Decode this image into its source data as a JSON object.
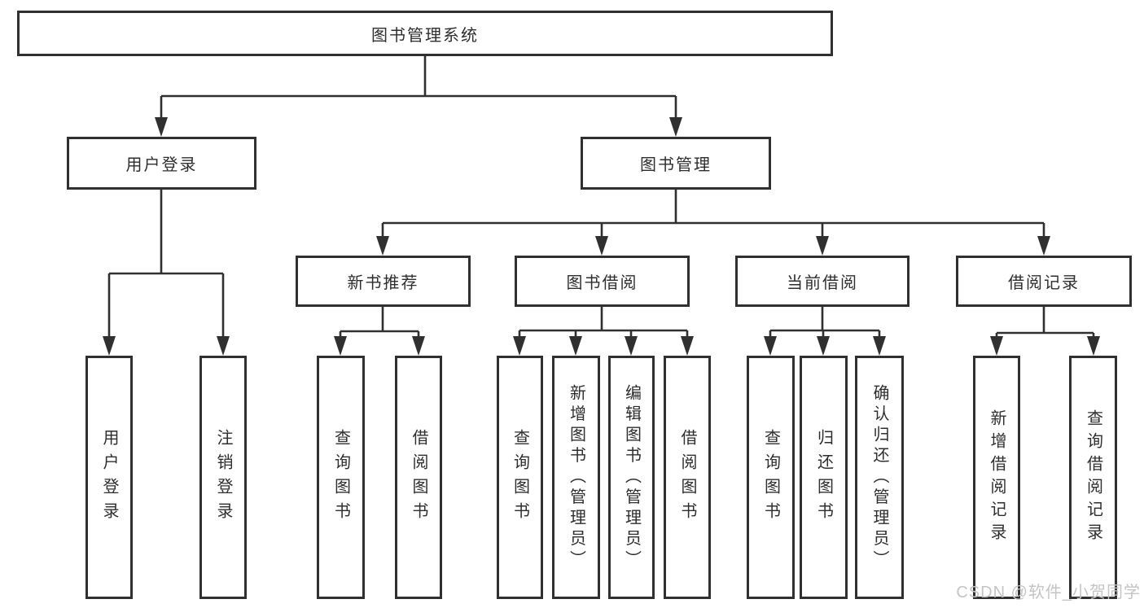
{
  "root": {
    "label": "图书管理系统"
  },
  "user_login": {
    "label": "用户登录",
    "children": [
      {
        "label": "用户登录"
      },
      {
        "label": "注销登录"
      }
    ]
  },
  "book_management": {
    "label": "图书管理",
    "groups": [
      {
        "label": "新书推荐",
        "children": [
          {
            "label": "查询图书"
          },
          {
            "label": "借阅图书"
          }
        ]
      },
      {
        "label": "图书借阅",
        "children": [
          {
            "label": "查询图书"
          },
          {
            "label": "新增图书（管理员）"
          },
          {
            "label": "编辑图书（管理员）"
          },
          {
            "label": "借阅图书"
          }
        ]
      },
      {
        "label": "当前借阅",
        "children": [
          {
            "label": "查询图书"
          },
          {
            "label": "归还图书"
          },
          {
            "label": "确认归还（管理员）"
          }
        ]
      },
      {
        "label": "借阅记录",
        "children": [
          {
            "label": "新增借阅记录"
          },
          {
            "label": "查询借阅记录"
          }
        ]
      }
    ]
  },
  "watermark": {
    "text": "CSDN @软件_小贺同学"
  },
  "colors": {
    "line": "#303030",
    "text": "#2e2e2e",
    "watermark": "#c4c4c4",
    "background": "#ffffff"
  }
}
